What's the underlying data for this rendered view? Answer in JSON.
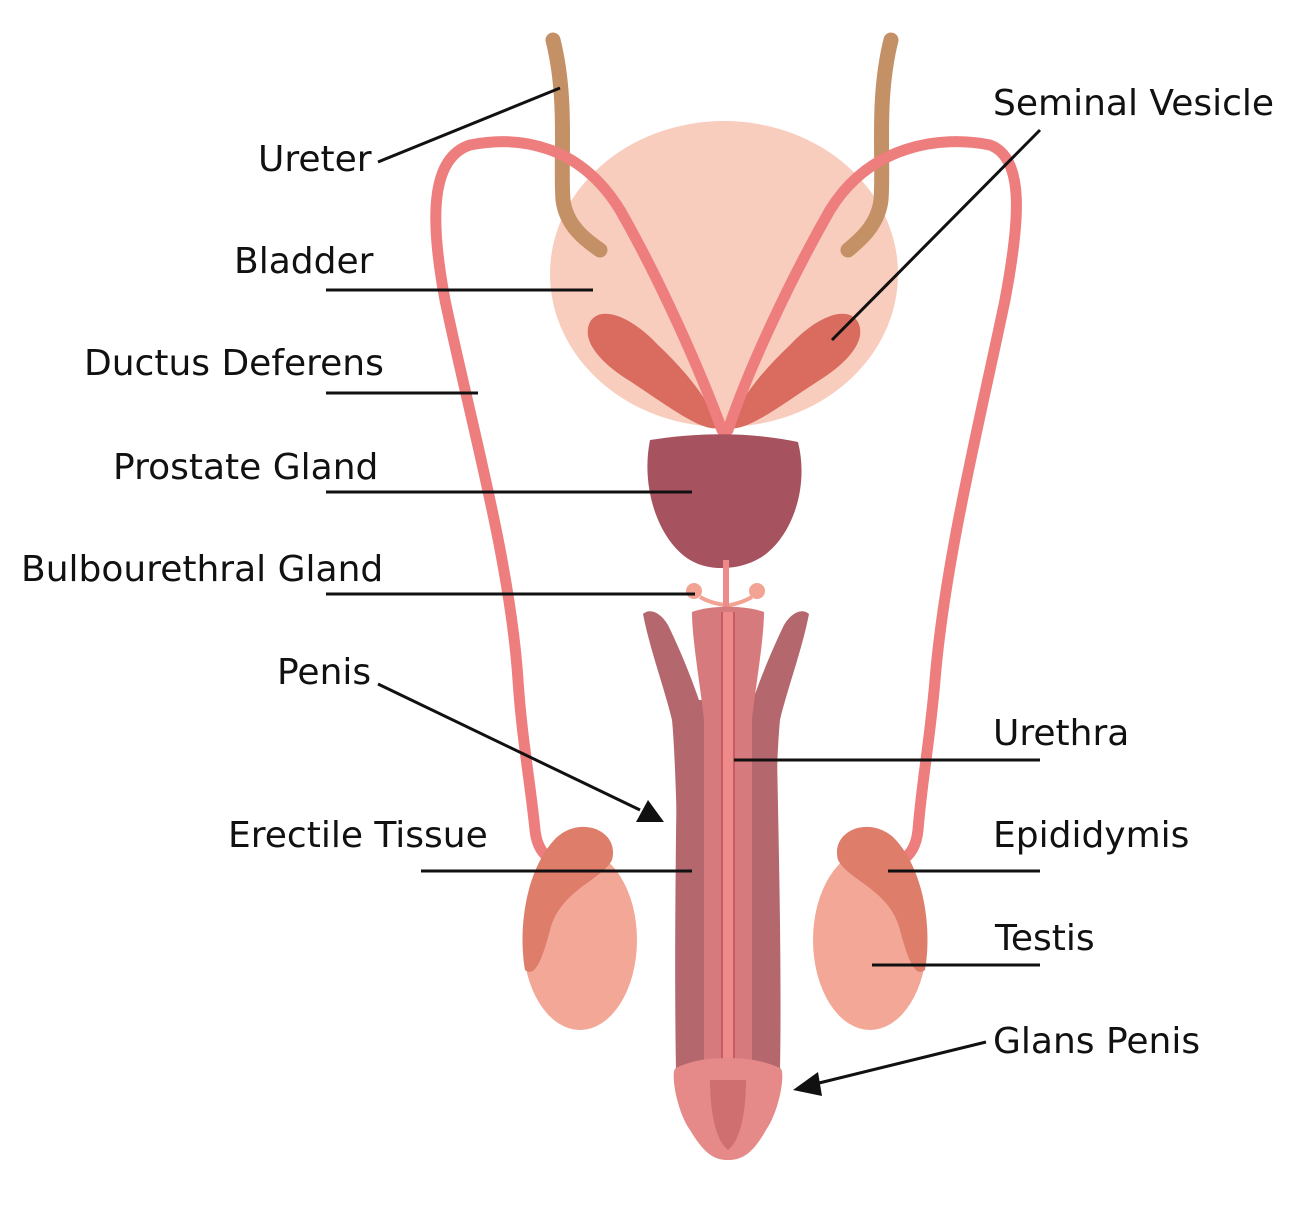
{
  "labels": {
    "ureter": "Ureter",
    "bladder": "Bladder",
    "ductus_deferens": "Ductus Deferens",
    "prostate_gland": "Prostate Gland",
    "bulbourethral_gland": "Bulbourethral Gland",
    "penis": "Penis",
    "erectile_tissue": "Erectile Tissue",
    "seminal_vesicle": "Seminal Vesicle",
    "urethra": "Urethra",
    "epididymis": "Epididymis",
    "testis": "Testis",
    "glans_penis": "Glans Penis"
  },
  "colors": {
    "ureter": "#c49066",
    "bladder": "#f9cdbe",
    "ductus_deferens": "#ee7d7d",
    "seminal_vesicle": "#d96c5e",
    "prostate": "#a7535f",
    "erectile_outer": "#b4676c",
    "shaft": "#d67a7d",
    "urethra": "#ee8a8a",
    "glans": "#e58a88",
    "testis": "#f3a797",
    "epididymis": "#dd7d6a",
    "bulbourethral": "#f2a393",
    "leader": "#111111"
  }
}
